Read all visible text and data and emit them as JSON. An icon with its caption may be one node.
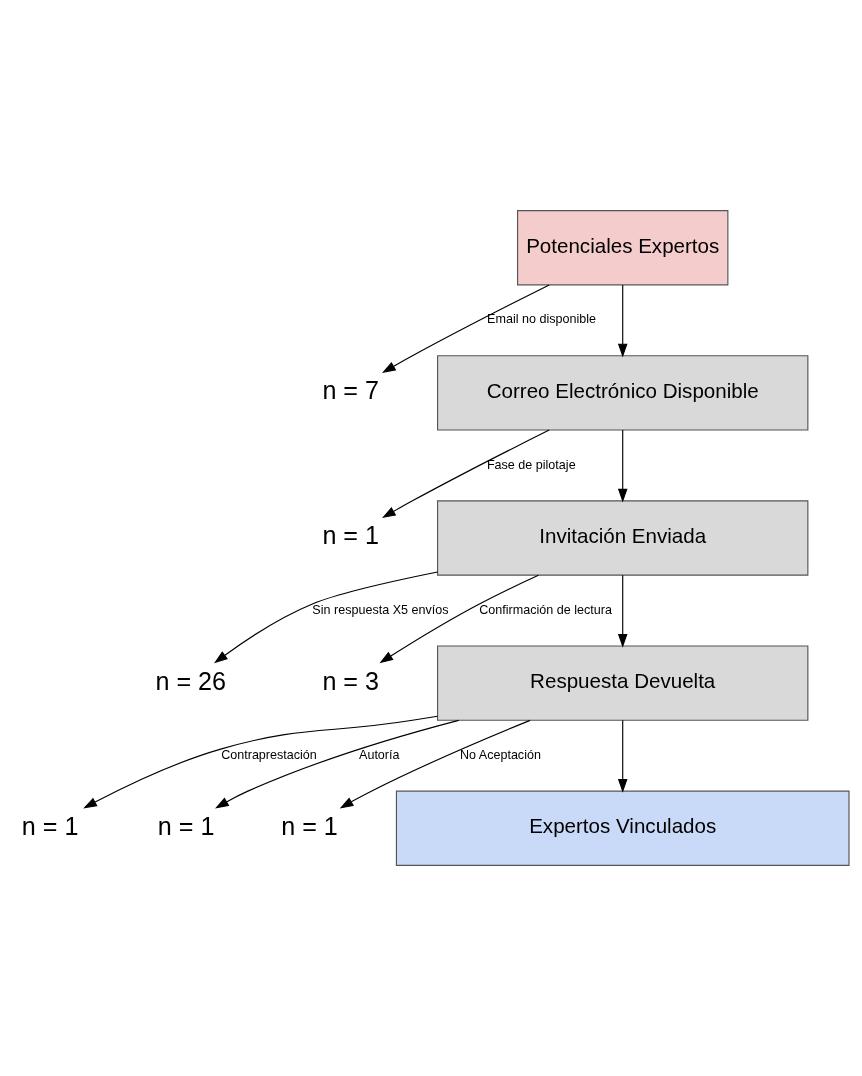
{
  "diagram": {
    "nodes": [
      {
        "text": [
          "Potenciales Expertos"
        ]
      },
      {
        "text": [
          "n = 7"
        ]
      },
      {
        "text": [
          "Correo Electrónico Disponible"
        ]
      },
      {
        "text": [
          "n = 1"
        ]
      },
      {
        "text": [
          "Invitación Enviada"
        ]
      },
      {
        "text": [
          "n = 26"
        ]
      },
      {
        "text": [
          "n = 3"
        ]
      },
      {
        "text": [
          "Respuesta Devuelta"
        ]
      },
      {
        "text": [
          "n = 1"
        ]
      },
      {
        "text": [
          "n = 1"
        ]
      },
      {
        "text": [
          "n = 1"
        ]
      },
      {
        "text": [
          "Expertos Vinculados"
        ]
      }
    ],
    "edges": [
      {
        "from": 0,
        "to": 2,
        "arrow": "to"
      },
      {
        "from": 0,
        "to": 1,
        "arrow": "to",
        "label": "Email no disponible"
      },
      {
        "from": 2,
        "to": 4,
        "arrow": "to"
      },
      {
        "from": 2,
        "to": 3,
        "arrow": "to",
        "label": "Fase de pilotaje"
      },
      {
        "from": 4,
        "to": 7,
        "arrow": "to"
      },
      {
        "from": 4,
        "to": 5,
        "arrow": "to",
        "label": "Sin respuesta X5 envíos"
      },
      {
        "from": 4,
        "to": 6,
        "arrow": "to",
        "label": "Confirmación de lectura"
      },
      {
        "from": 7,
        "to": 11,
        "arrow": "to"
      },
      {
        "from": 7,
        "to": 8,
        "arrow": "to",
        "label": "Contraprestación"
      },
      {
        "from": 7,
        "to": 9,
        "arrow": "to",
        "label": "Autoría"
      },
      {
        "from": 7,
        "to": 10,
        "arrow": "to",
        "label": "No Aceptación"
      }
    ]
  }
}
